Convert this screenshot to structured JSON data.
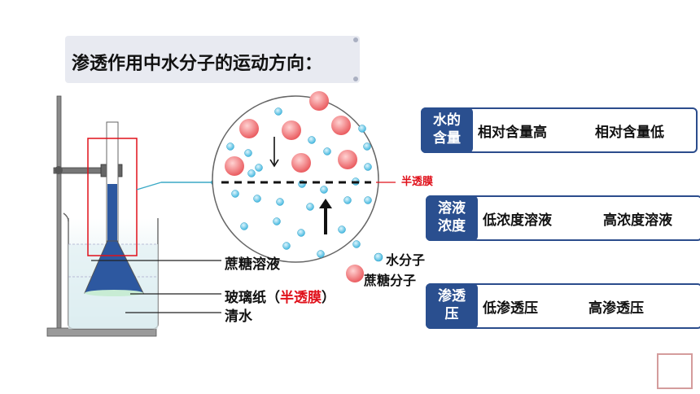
{
  "title": "渗透作用中水分子的运动方向：",
  "apparatus_labels": {
    "sucrose_solution": "蔗糖溶液",
    "glass_paper": "玻璃纸（",
    "glass_paper_red": "半透膜",
    "glass_paper_end": "）",
    "clear_water": "清水"
  },
  "membrane_label": "半透膜",
  "legend": {
    "water_molecule": "水分子",
    "sucrose_molecule": "蔗糖分子"
  },
  "comparison_rows": [
    {
      "tag_line1": "水的",
      "tag_line2": "含量",
      "from": "相对含量高",
      "to": "相对含量低"
    },
    {
      "tag_line1": "溶液",
      "tag_line2": "浓度",
      "from": "低浓度溶液",
      "to": "高浓度溶液"
    },
    {
      "tag_line1": "渗透",
      "tag_line2": "压",
      "from": "低渗透压",
      "to": "高渗透压"
    }
  ],
  "seal_text": "",
  "colors": {
    "tag_bg": "#2a4f8f",
    "box_border": "#2b4c8c",
    "red": "#e0101a",
    "water": "#62c8e6",
    "sucrose": "#ef6f72",
    "funnel": "#2d58a0"
  },
  "icons": {
    "arrow": "right-arrow-icon",
    "stand": "lab-stand-icon",
    "beaker": "beaker-icon"
  }
}
